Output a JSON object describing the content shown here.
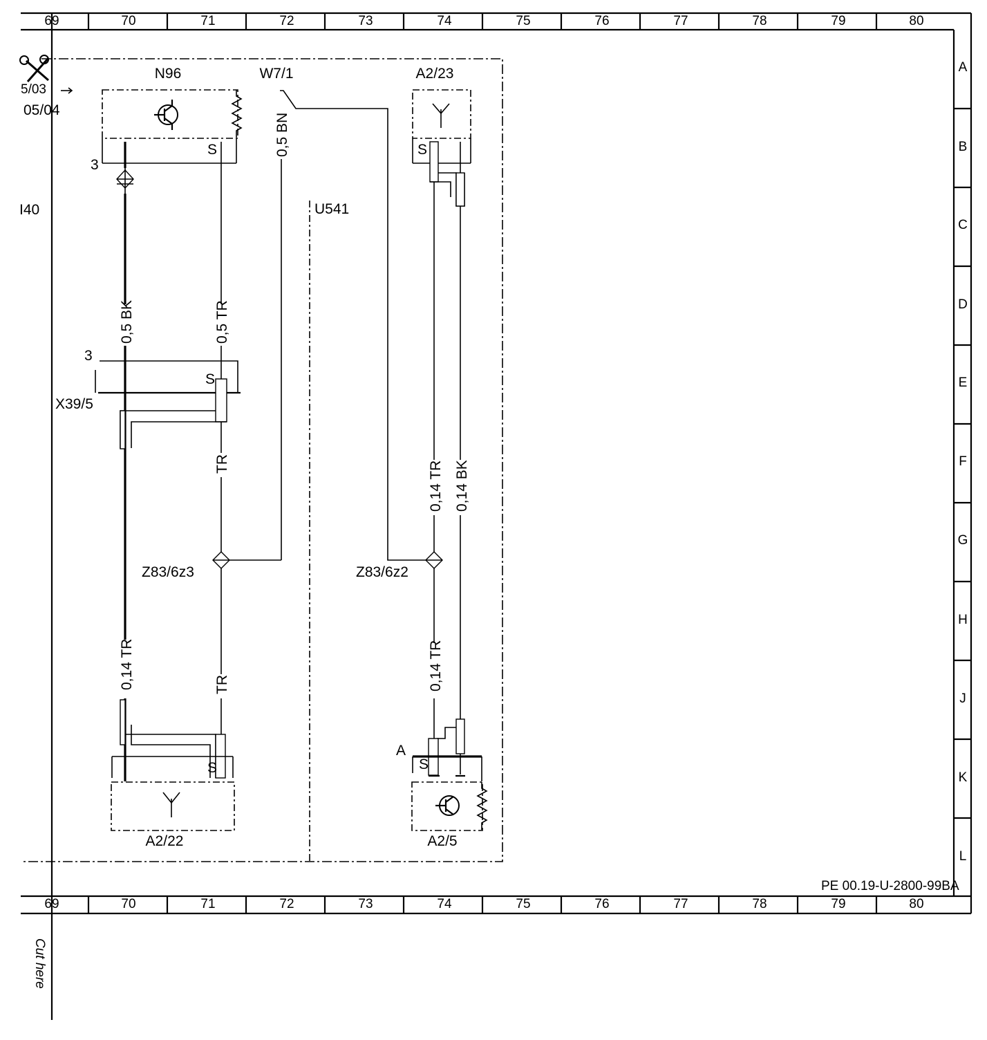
{
  "ruler": {
    "columns": [
      "69",
      "70",
      "71",
      "72",
      "73",
      "74",
      "75",
      "76",
      "77",
      "78",
      "79",
      "80"
    ],
    "rows": [
      "A",
      "B",
      "C",
      "D",
      "E",
      "F",
      "G",
      "H",
      "J",
      "K",
      "L"
    ]
  },
  "components": {
    "n96": "N96",
    "w7_1": "W7/1",
    "a2_23": "A2/23",
    "a2_22": "A2/22",
    "a2_5": "A2/5",
    "x39_5": "X39/5",
    "u541": "U541",
    "z83_6z3": "Z83/6z3",
    "z83_6z2": "Z83/6z2"
  },
  "pins": {
    "n96_pin_3": "3",
    "n96_pin_s": "S",
    "a2_23_pin_s": "S",
    "x39_pin_3": "3",
    "x39_pin_s": "S",
    "a2_22_pin_s": "S",
    "a2_5_pin_a": "A",
    "a2_5_pin_s": "S"
  },
  "wires": {
    "w_05bk": "0,5 BK",
    "w_05tr": "0,5 TR",
    "w_05bn": "0,5 BN",
    "w_tr_upper": "TR",
    "w_014tr_left": "0,14 TR",
    "w_tr_lower": "TR",
    "w_014tr_right_upper": "0,14 TR",
    "w_014bk_right": "0,14 BK",
    "w_014tr_right_lower": "0,14 TR"
  },
  "margin": {
    "ref_top": "5/03",
    "ref_page": "05/04",
    "ref_left": "I40",
    "cut_text": "Cut here"
  },
  "footer": {
    "code": "PE 00.19-U-2800-99BA"
  }
}
